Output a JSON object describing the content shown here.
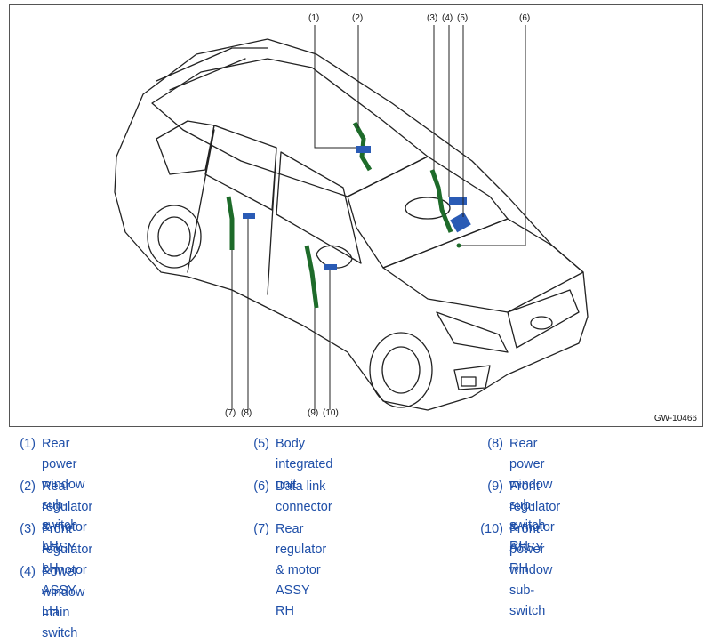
{
  "figure": {
    "code": "GW-10466",
    "callouts": [
      "(1)",
      "(2)",
      "(3)",
      "(4)",
      "(5)",
      "(6)",
      "(7)",
      "(8)",
      "(9)",
      "(10)"
    ],
    "colors": {
      "outline": "#222222",
      "regulator": "#1e6b2a",
      "switch": "#2a5bb5",
      "legend_text": "#1f4fa8"
    }
  },
  "legend": [
    {
      "num": "(1)",
      "line1": "Rear power window sub-",
      "line2": "switch LH"
    },
    {
      "num": "(2)",
      "line1": "Rear regulator & motor ASSY",
      "line2": "LH"
    },
    {
      "num": "(3)",
      "line1": "Front regulator & motor ASSY",
      "line2": "LH"
    },
    {
      "num": "(4)",
      "line1": "Power window main switch",
      "line2": ""
    },
    {
      "num": "(5)",
      "line1": "Body integrated unit",
      "line2": ""
    },
    {
      "num": "(6)",
      "line1": "Data link connector",
      "line2": ""
    },
    {
      "num": "(7)",
      "line1": "Rear regulator & motor ASSY",
      "line2": "RH"
    },
    {
      "num": "(8)",
      "line1": "Rear power window sub-",
      "line2": "switch RH"
    },
    {
      "num": "(9)",
      "line1": "Front regulator & motor ASSY",
      "line2": "RH"
    },
    {
      "num": "(10)",
      "line1": "Front power window sub-",
      "line2": "switch"
    }
  ]
}
